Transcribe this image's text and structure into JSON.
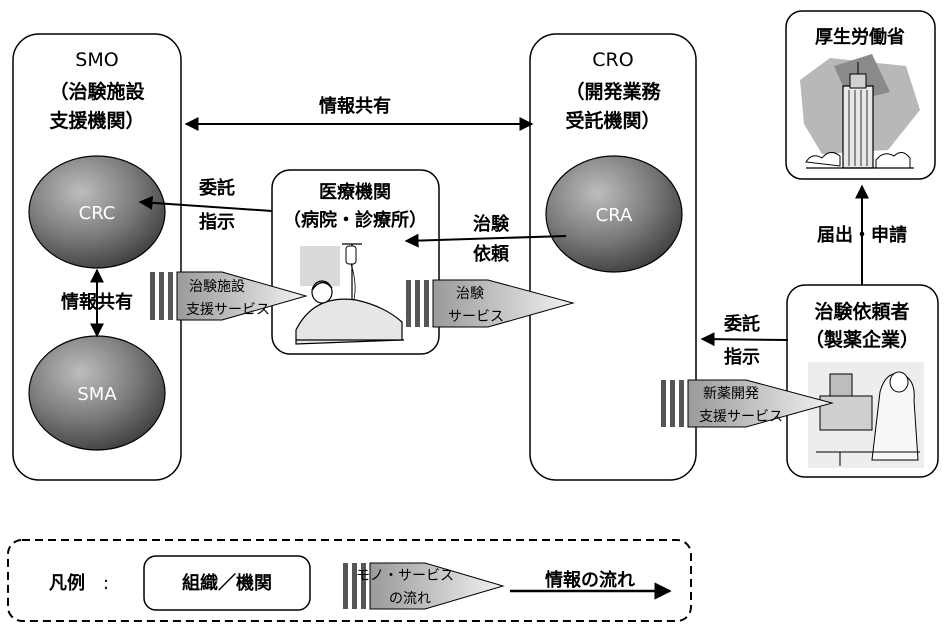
{
  "smo": {
    "label": "SMO",
    "line1": "（治験施設",
    "line2": "支援機関）"
  },
  "cro": {
    "label": "CRO",
    "line1": "（開発業務",
    "line2": "受託機関）"
  },
  "mhlw": {
    "label": "厚生労働省"
  },
  "hospital": {
    "line1": "医療機関",
    "line2": "（病院・診療所）"
  },
  "sponsor": {
    "line1": "治験依頼者",
    "line2": "（製薬企業）"
  },
  "crc": {
    "label": "CRC"
  },
  "sma": {
    "label": "SMA"
  },
  "cra": {
    "label": "CRA"
  },
  "arrows": {
    "info_share_top": "情報共有",
    "info_share_left": "情報共有",
    "consign_crc_1": "委託",
    "consign_crc_2": "指示",
    "request_1": "治験",
    "request_2": "依頼",
    "notify_apply": "届出・申請",
    "consign_cro_1": "委託",
    "consign_cro_2": "指示"
  },
  "services": {
    "site_support_1": "治験施設",
    "site_support_2": "支援サービス",
    "trial_1": "治験",
    "trial_2": "サービス",
    "drug_dev_1": "新薬開発",
    "drug_dev_2": "支援サービス"
  },
  "legend": {
    "title": "凡例",
    "colon": ":",
    "org_box": "組織／機関",
    "service_1": "モノ・サービス",
    "service_2": "の流れ",
    "info_flow": "情報の流れ"
  }
}
